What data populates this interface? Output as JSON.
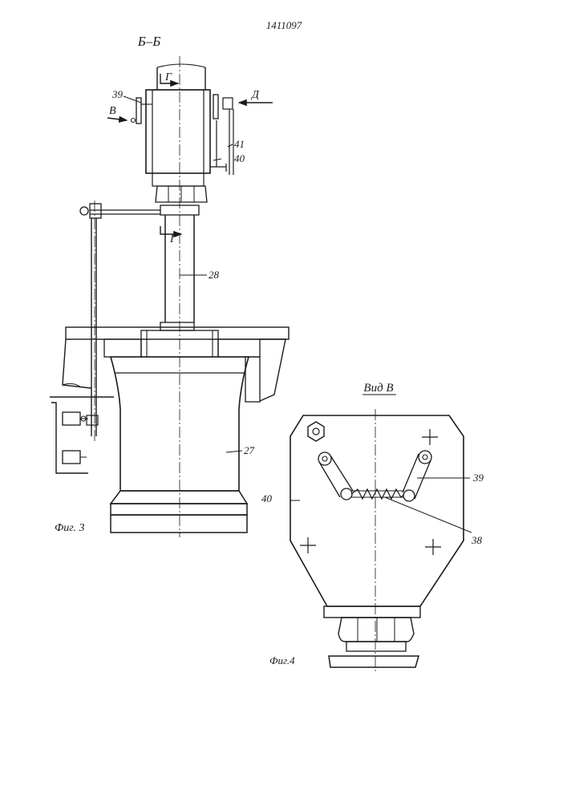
{
  "document": {
    "patent_number": "1411097",
    "section_label": "Б–Б",
    "fig3_caption": "Фиг. 3",
    "fig4_caption": "Фиг.4",
    "view_label": "Вид В"
  },
  "fig3_labels": {
    "arrow_g_top": "Г",
    "arrow_g_mid": "Г",
    "arrow_v": "В",
    "arrow_d": "Д",
    "part_39": "39",
    "part_41": "41",
    "part_40": "40",
    "part_28": "28",
    "part_27": "27"
  },
  "fig4_labels": {
    "part_39": "39",
    "part_40": "40",
    "part_38": "38"
  },
  "colors": {
    "ink": "#1a1a1a",
    "paper": "#ffffff"
  }
}
